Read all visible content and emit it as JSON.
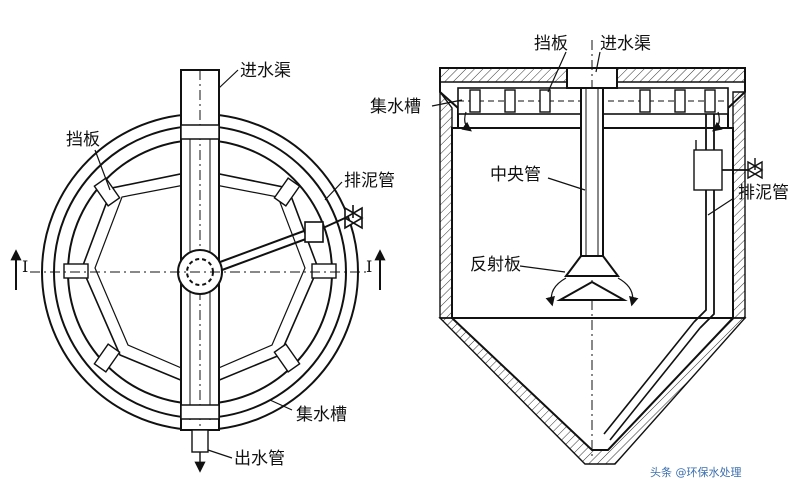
{
  "plan_view": {
    "labels": {
      "inlet_channel": "进水渠",
      "baffle": "挡板",
      "sludge_pipe": "排泥管",
      "collection_trough": "集水槽",
      "outlet_pipe": "出水管"
    },
    "section_mark_left": "I",
    "section_mark_right": "I"
  },
  "section_view": {
    "labels": {
      "baffle": "挡板",
      "inlet_channel": "进水渠",
      "collection_trough": "集水槽",
      "central_pipe": "中央管",
      "sludge_pipe": "排泥管",
      "reflector_plate": "反射板"
    }
  },
  "watermark": "头条 @环保水处理"
}
